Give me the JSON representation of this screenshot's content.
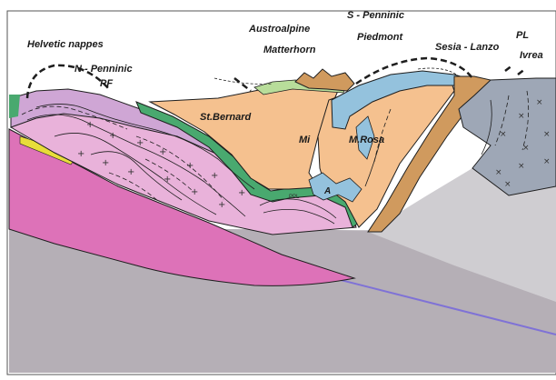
{
  "labels": {
    "helvetic_nappes": "Helvetic nappes",
    "n_penninic": "N - Penninic",
    "pf": "PF",
    "austroalpine": "Austroalpine",
    "matterhorn": "Matterhorn",
    "s_penninic": "S - Penninic",
    "piedmont": "Piedmont",
    "sesia_lanzo": "Sesia - Lanzo",
    "pl": "PL",
    "ivrea": "Ivrea",
    "st_bernard": "St.Bernard",
    "mi": "Mi",
    "m_rosa": "M.Rosa",
    "a": "A",
    "small_label": "PPL"
  },
  "colors": {
    "background": "#ffffff",
    "mantle_gray": "#b5afb6",
    "lower_plate_gray": "#c2bcc3",
    "european_crust_pink": "#dd72b8",
    "penninic_pink": "#e9b2da",
    "helvetic_lilac": "#cfa6d5",
    "st_bernard_orange": "#f5c18f",
    "ophiolite_green": "#49a96f",
    "austroalpine_lightgreen": "#b8dd9a",
    "piedmont_blue": "#94c2dd",
    "sesia_brown": "#d09a5e",
    "ivrea_gray": "#9ea7b6",
    "ivrea_light": "#cfcdd1",
    "yellow_band": "#e8dd3a",
    "subduction_line": "#7f72d6",
    "outline": "#1e1e1e"
  }
}
